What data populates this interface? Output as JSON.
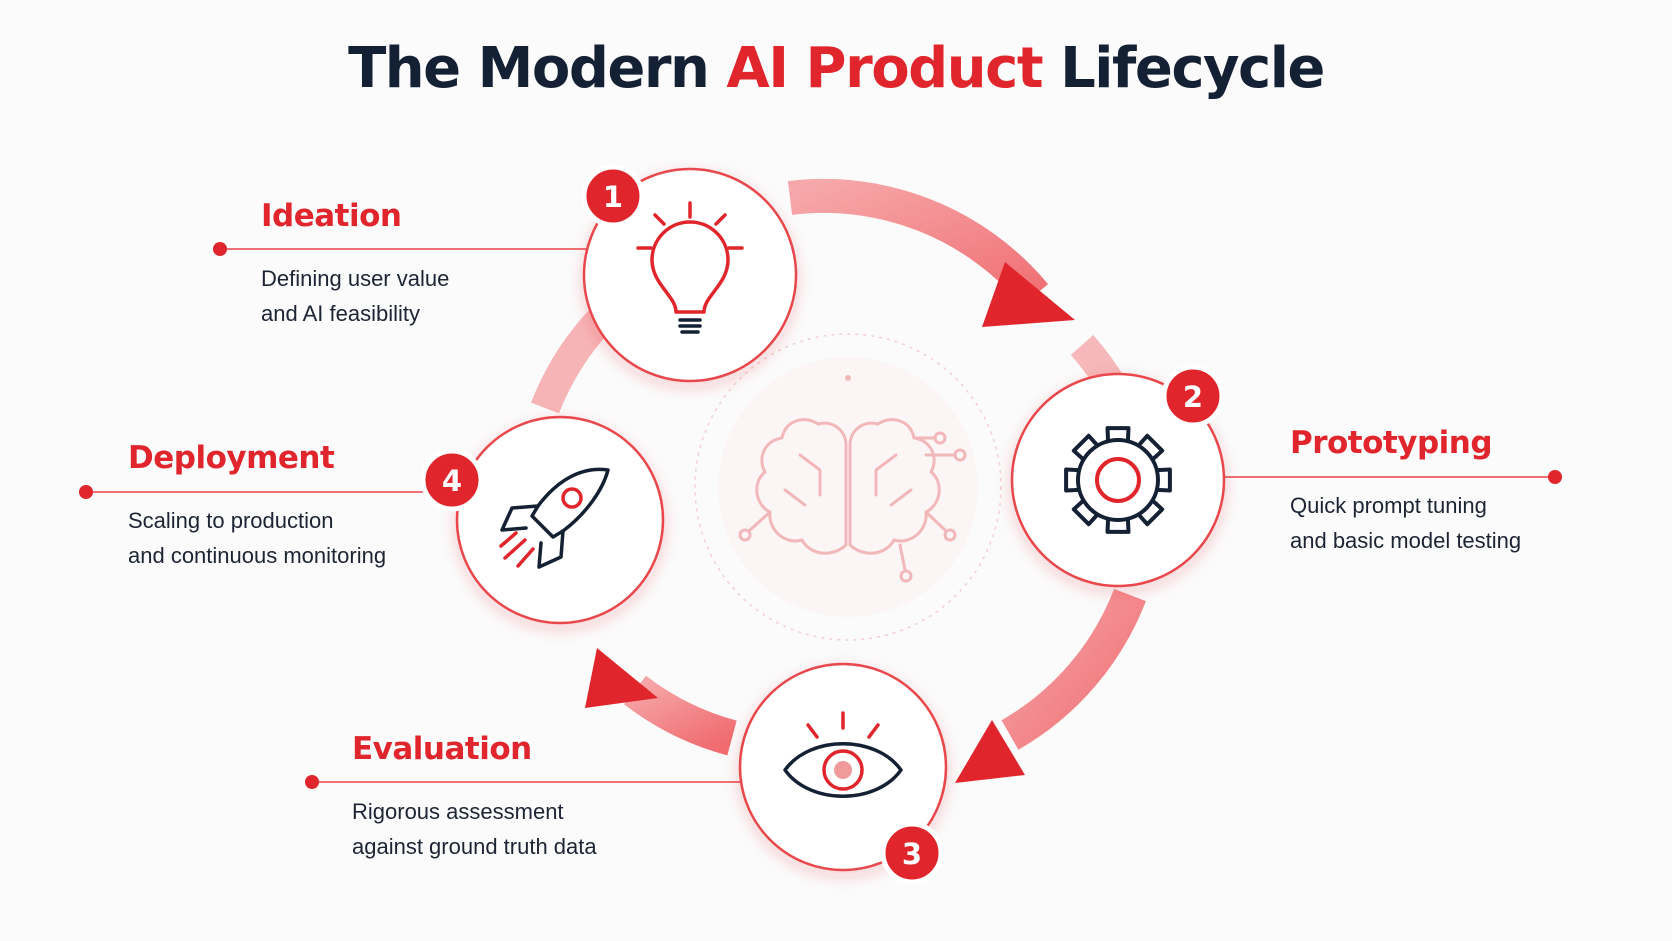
{
  "title": {
    "part1": "The Modern ",
    "accent": "AI Product",
    "part2": " Lifecycle"
  },
  "colors": {
    "accent": "#e0262c",
    "dark": "#142034",
    "text": "#1d2433"
  },
  "stages": [
    {
      "number": "1",
      "name": "Ideation",
      "desc_line1": "Defining user value",
      "desc_line2": "and AI feasibility",
      "icon": "lightbulb-icon"
    },
    {
      "number": "2",
      "name": "Prototyping",
      "desc_line1": "Quick prompt tuning",
      "desc_line2": "and basic model testing",
      "icon": "gear-icon"
    },
    {
      "number": "3",
      "name": "Evaluation",
      "desc_line1": "Rigorous assessment",
      "desc_line2": "against ground truth data",
      "icon": "eye-icon"
    },
    {
      "number": "4",
      "name": "Deployment",
      "desc_line1": "Scaling to production",
      "desc_line2": "and continuous monitoring",
      "icon": "rocket-icon"
    }
  ],
  "center_icon": "brain-circuit-icon"
}
